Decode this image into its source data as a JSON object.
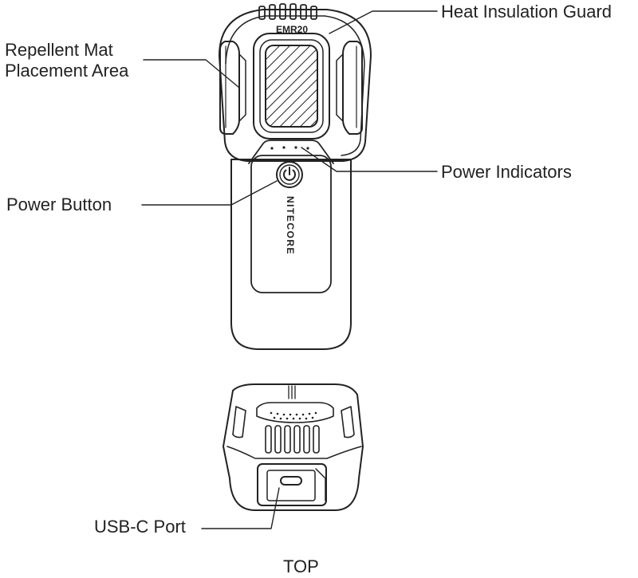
{
  "labels": {
    "heat_guard": "Heat Insulation Guard",
    "mat_area_line1": "Repellent Mat",
    "mat_area_line2": "Placement Area",
    "power_indicators": "Power Indicators",
    "power_button": "Power Button",
    "usbc_port": "USB-C Port",
    "view_top": "TOP"
  },
  "device": {
    "model": "EMR20",
    "brand": "NITECORE"
  },
  "icons": {
    "power": "power-icon"
  },
  "colors": {
    "stroke": "#222222",
    "background": "#ffffff"
  }
}
